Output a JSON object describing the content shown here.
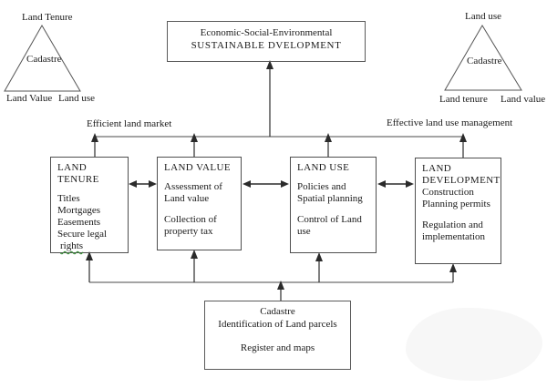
{
  "top_box": {
    "line1": "Economic-Social-Environmental",
    "line2": "SUSTAINABLE DVELOPMENT"
  },
  "left_triangle": {
    "top": "Land Tenure",
    "center": "Cadastre",
    "bottom_left": "Land Value",
    "bottom_right": "Land use"
  },
  "right_triangle": {
    "top": "Land use",
    "center": "Cadastre",
    "bottom_left": "Land tenure",
    "bottom_right": "Land value"
  },
  "flow_labels": {
    "efficient": "Efficient land market",
    "effective": "Effective land use management"
  },
  "boxes": {
    "tenure": {
      "title": "LAND TENURE",
      "lines": [
        "Titles",
        "Mortgages",
        "Easements",
        "Secure legal"
      ],
      "underlined_word": "rights"
    },
    "value": {
      "title": "LAND VALUE",
      "para1": "Assessment of Land value",
      "para2": "Collection of property tax"
    },
    "use": {
      "title": "LAND USE",
      "para1": "Policies and Spatial planning",
      "para2": "Control of Land use"
    },
    "development": {
      "title": "LAND DEVELOPMENT",
      "line1": "Construction",
      "line2": "Planning permits",
      "para2": "Regulation and implementation"
    },
    "cadastre": {
      "line1": "Cadastre",
      "line2": "Identification of Land parcels",
      "line3": "Register and maps"
    }
  },
  "colors": {
    "connector_gray": "#6e6e6e",
    "arrow_black": "#2b2b2b",
    "box_border": "#4f4f4f",
    "squiggle_green": "#2e8b2e"
  }
}
